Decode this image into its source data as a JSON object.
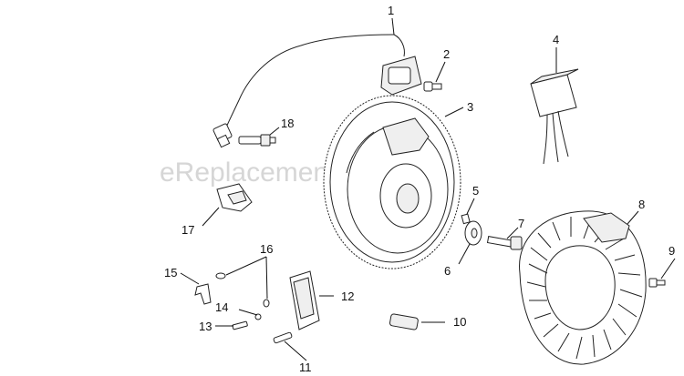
{
  "watermark": "eReplacementParts.com",
  "callouts": [
    "1",
    "2",
    "3",
    "4",
    "5",
    "6",
    "7",
    "8",
    "9",
    "10",
    "11",
    "12",
    "13",
    "14",
    "15",
    "16",
    "17",
    "18"
  ],
  "colors": {
    "line": "#222222",
    "watermark": "#d6d6d6"
  }
}
